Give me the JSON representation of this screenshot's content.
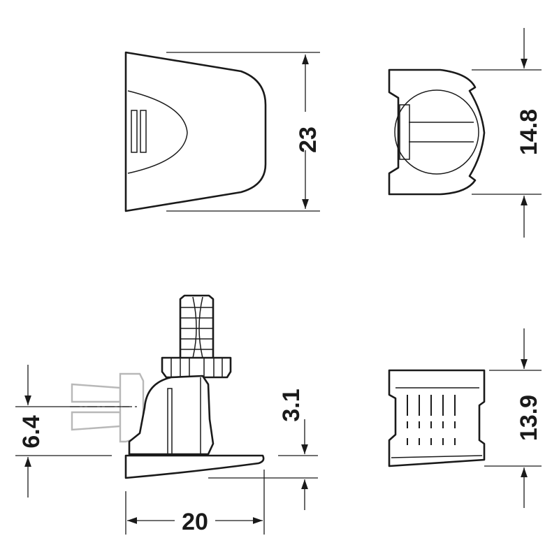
{
  "dimensions": {
    "top_height": "23",
    "top_right_height": "14.8",
    "side_offset": "6.4",
    "side_thickness": "3.1",
    "side_width": "20",
    "front_height": "13.9"
  },
  "colors": {
    "line": "#1a1a1a",
    "ghost": "#b8b8b8"
  }
}
